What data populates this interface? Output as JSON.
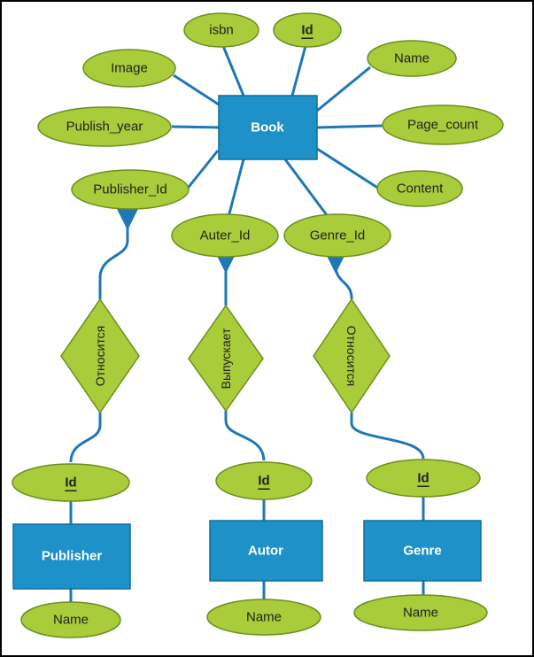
{
  "diagram": {
    "colors": {
      "entity_fill": "#1E91C8",
      "entity_stroke": "#0E6E9E",
      "attr_fill": "#A9CC3A",
      "attr_stroke": "#6E8E1E",
      "line": "#1E78B4",
      "text_dark": "#222222",
      "text_light": "#ffffff"
    },
    "entities": {
      "book": "Book",
      "publisher": "Publisher",
      "autor": "Autor",
      "genre": "Genre"
    },
    "book_attributes": {
      "isbn": "isbn",
      "id": "Id",
      "name": "Name",
      "image": "Image",
      "publish_year": "Publish_year",
      "page_count": "Page_count",
      "publisher_id": "Publisher_Id",
      "content": "Content",
      "auter_id": "Auter_Id",
      "genre_id": "Genre_Id"
    },
    "publisher_attributes": {
      "id": "Id",
      "name": "Name"
    },
    "autor_attributes": {
      "id": "Id",
      "name": "Name"
    },
    "genre_attributes": {
      "id": "Id",
      "name": "Name"
    },
    "relationships": {
      "publisher_rel": "Относится",
      "autor_rel": "Выпускает",
      "genre_rel": "Относится"
    }
  }
}
